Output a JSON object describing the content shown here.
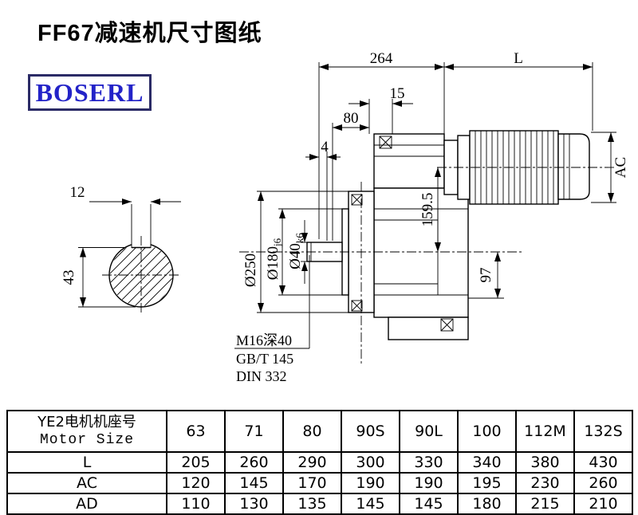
{
  "page": {
    "title": "FF67减速机尺寸图纸",
    "brand": "BOSERL"
  },
  "drawing": {
    "overall_width": "264",
    "motor_length": "L",
    "dim_15": "15",
    "dim_80": "80",
    "dim_4": "4",
    "motor_diameter": "AC",
    "axis_height": "159.5",
    "dim_97": "97",
    "flange_diameter": "Ø250",
    "pilot_diameter": "Ø180",
    "pilot_tolerance": "j6",
    "shaft_diameter": "Ø40",
    "shaft_tolerance": "k6",
    "key_width": "12",
    "key_height": "43",
    "center_hole": "M16深40",
    "standard_1": "GB/T 145",
    "standard_2": "DIN 332"
  },
  "table": {
    "header_cn": "YE2电机机座号",
    "header_en": "Motor Size",
    "motor_sizes": [
      "63",
      "71",
      "80",
      "90S",
      "90L",
      "100",
      "112M",
      "132S"
    ],
    "rows": [
      {
        "label": "L",
        "values": [
          "205",
          "260",
          "290",
          "300",
          "330",
          "340",
          "380",
          "430"
        ]
      },
      {
        "label": "AC",
        "values": [
          "120",
          "145",
          "170",
          "190",
          "190",
          "195",
          "230",
          "260"
        ]
      },
      {
        "label": "AD",
        "values": [
          "110",
          "130",
          "135",
          "145",
          "145",
          "180",
          "215",
          "210"
        ]
      }
    ]
  },
  "colors": {
    "brand_text": "#2323c8",
    "brand_border": "#2b2b66"
  }
}
